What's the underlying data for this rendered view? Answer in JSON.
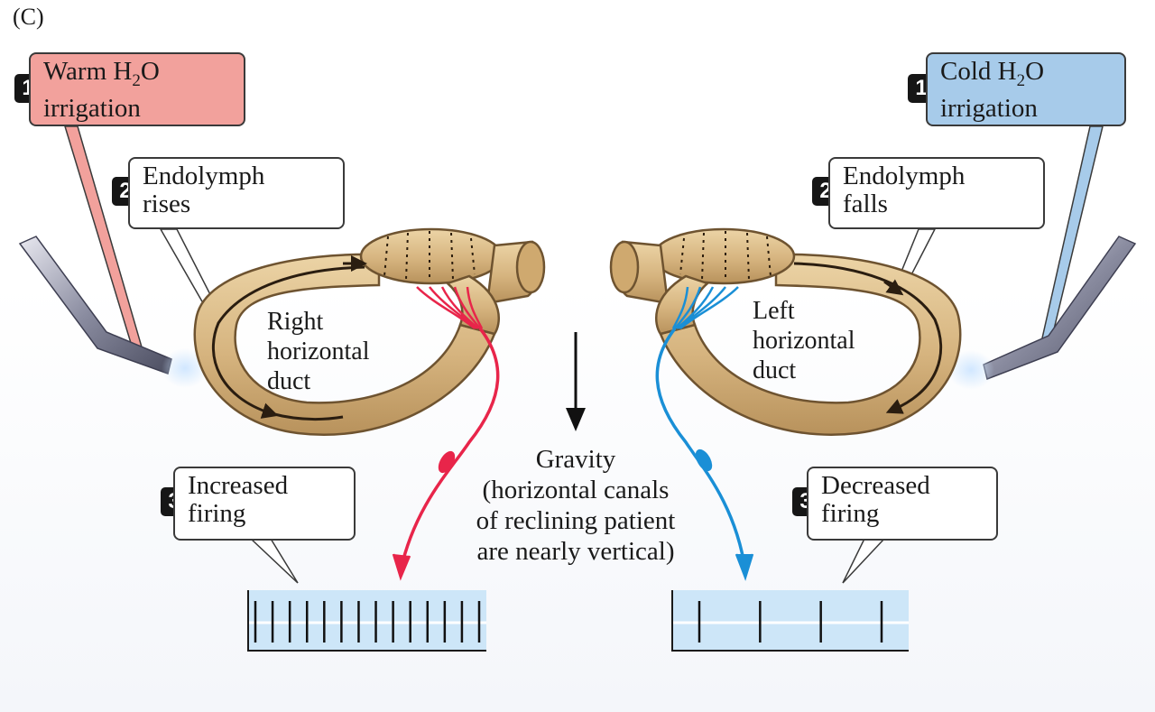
{
  "panel_label": "(C)",
  "left": {
    "step1": {
      "number": "1",
      "line1": "Warm H",
      "sub": "2",
      "line1_end": "O",
      "line2": "irrigation"
    },
    "step2": {
      "number": "2",
      "line1": "Endolymph",
      "line2": "rises"
    },
    "duct_label": [
      "Right",
      "horizontal",
      "duct"
    ],
    "step3": {
      "number": "3",
      "line1": "Increased",
      "line2": "firing"
    },
    "spike_count": 14,
    "nerve_color": "#e8254a",
    "box_color": "#f2a19c"
  },
  "right": {
    "step1": {
      "number": "1",
      "line1": "Cold H",
      "sub": "2",
      "line1_end": "O",
      "line2": "irrigation"
    },
    "step2": {
      "number": "2",
      "line1": "Endolymph",
      "line2": "falls"
    },
    "duct_label": [
      "Left",
      "horizontal",
      "duct"
    ],
    "step3": {
      "number": "3",
      "line1": "Decreased",
      "line2": "firing"
    },
    "spike_count": 4,
    "nerve_color": "#1a8fd6",
    "box_color": "#a7cbea"
  },
  "gravity": {
    "line1": "Gravity",
    "line2": "(horizontal canals",
    "line3": "of reclining patient",
    "line4": "are nearly vertical)"
  },
  "colors": {
    "canal_fill": "#d9b987",
    "canal_stroke": "#6e5330",
    "trace_bg": "#cde6f8"
  }
}
